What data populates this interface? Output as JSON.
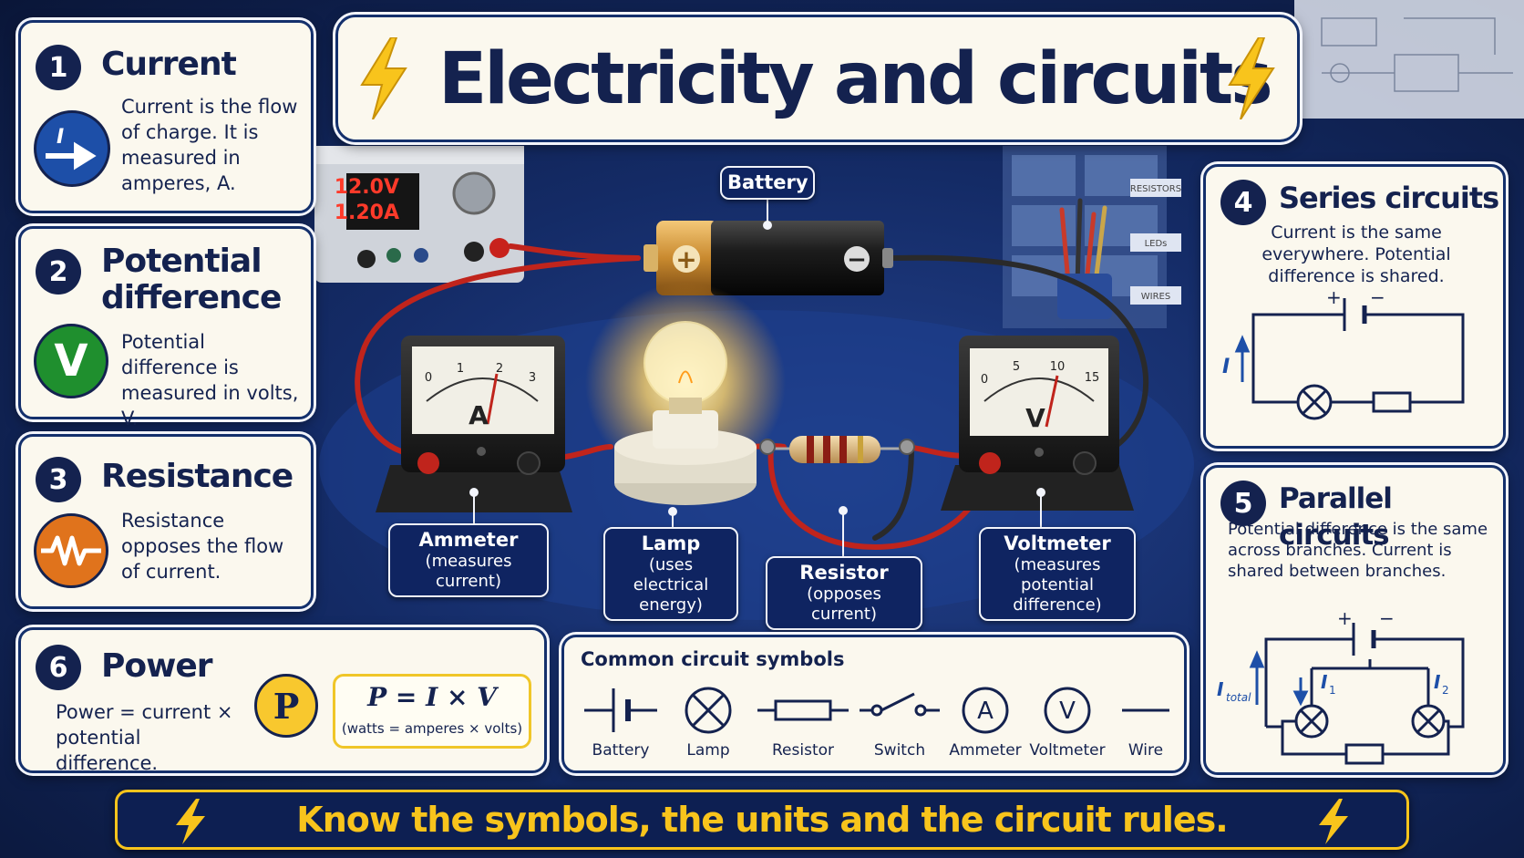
{
  "title": "Electricity and circuits",
  "cards": {
    "current": {
      "num": "1",
      "title": "Current",
      "text": "Current is the flow of charge. It is measured in amperes, A.",
      "icon": "I"
    },
    "pd": {
      "num": "2",
      "title_line1": "Potential",
      "title_line2": "difference",
      "text": "Potential difference is measured in volts, V.",
      "icon": "V"
    },
    "resistance": {
      "num": "3",
      "title": "Resistance",
      "text": "Resistance opposes the flow of current."
    },
    "power": {
      "num": "6",
      "title": "Power",
      "text": "Power = current × potential difference.",
      "icon": "P",
      "formula": "P = I × V",
      "formula_units": "(watts = amperes × volts)"
    },
    "series": {
      "num": "4",
      "title": "Series circuits",
      "text": "Current is the same everywhere. Potential difference is shared.",
      "plus": "+",
      "minus": "−",
      "current_label": "I"
    },
    "parallel": {
      "num": "5",
      "title": "Parallel circuits",
      "text": "Potential difference is the same across branches. Current is shared between branches.",
      "plus": "+",
      "minus": "−",
      "itotal": "I",
      "itotal_sub": "total",
      "i1": "I",
      "i1_sub": "1",
      "i2": "I",
      "i2_sub": "2"
    }
  },
  "photo_labels": {
    "battery": "Battery",
    "ammeter": {
      "name": "Ammeter",
      "desc": "(measures current)"
    },
    "lamp": {
      "name": "Lamp",
      "desc": "(uses electrical energy)"
    },
    "resistor": {
      "name": "Resistor",
      "desc": "(opposes current)"
    },
    "voltmeter": {
      "name": "Voltmeter",
      "desc": "(measures potential difference)"
    }
  },
  "scene": {
    "psu_volts": "12.0V",
    "psu_amps": "1.20A",
    "ammeter_letter": "A",
    "ammeter_ticks": [
      "0",
      "1",
      "2",
      "3"
    ],
    "voltmeter_letter": "V",
    "voltmeter_ticks": [
      "0",
      "5",
      "10",
      "15"
    ],
    "drawer_labels": [
      "RESISTORS",
      "LEDs",
      "WIRES"
    ],
    "battery_plus": "+",
    "battery_minus": "−"
  },
  "symbols": {
    "heading": "Common circuit symbols",
    "items": [
      {
        "name": "Battery",
        "icon": "battery-symbol-icon"
      },
      {
        "name": "Lamp",
        "icon": "lamp-symbol-icon"
      },
      {
        "name": "Resistor",
        "icon": "resistor-symbol-icon"
      },
      {
        "name": "Switch",
        "icon": "switch-symbol-icon"
      },
      {
        "name": "Ammeter",
        "icon": "ammeter-symbol-icon",
        "letter": "A"
      },
      {
        "name": "Voltmeter",
        "icon": "voltmeter-symbol-icon",
        "letter": "V"
      },
      {
        "name": "Wire",
        "icon": "wire-symbol-icon"
      }
    ]
  },
  "banner": "Know the symbols, the units and the circuit rules.",
  "colors": {
    "navy": "#14224f",
    "accent_yellow": "#f8c41c",
    "card_bg": "#fbf8ee",
    "current_blue": "#1d4fa8",
    "pd_green": "#1f8f2e",
    "resistance_orange": "#e0731c",
    "power_yellow": "#f8c82e"
  }
}
